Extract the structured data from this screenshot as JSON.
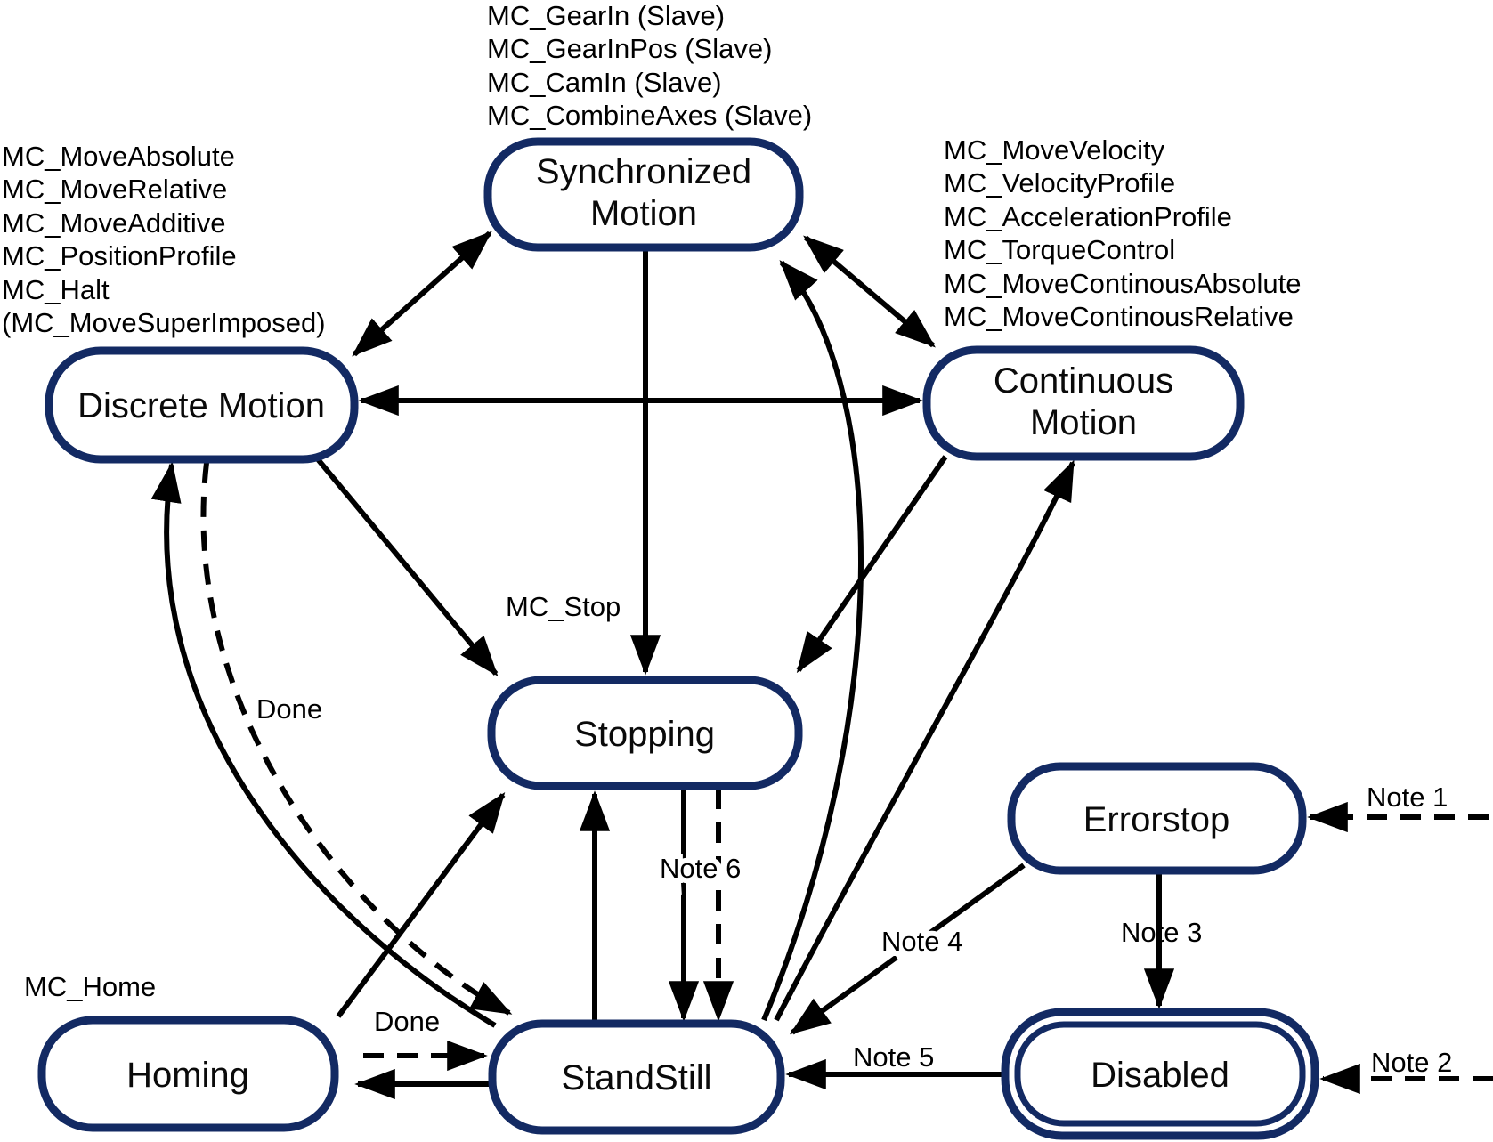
{
  "states": {
    "synchronized": {
      "line1": "Synchronized",
      "line2": "Motion"
    },
    "discrete": {
      "line1": "Discrete Motion"
    },
    "continuous": {
      "line1": "Continuous",
      "line2": "Motion"
    },
    "stopping": {
      "line1": "Stopping"
    },
    "errorstop": {
      "line1": "Errorstop"
    },
    "homing": {
      "line1": "Homing"
    },
    "standstill": {
      "line1": "StandStill"
    },
    "disabled": {
      "line1": "Disabled"
    }
  },
  "function_lists": {
    "synchronized_motion": [
      "MC_GearIn (Slave)",
      "MC_GearInPos (Slave)",
      "MC_CamIn (Slave)",
      "MC_CombineAxes (Slave)"
    ],
    "discrete_motion": [
      "MC_MoveAbsolute",
      "MC_MoveRelative",
      "MC_MoveAdditive",
      "MC_PositionProfile",
      "MC_Halt",
      "(MC_MoveSuperImposed)"
    ],
    "continuous_motion": [
      "MC_MoveVelocity",
      "MC_VelocityProfile",
      "MC_AccelerationProfile",
      "MC_TorqueControl",
      "MC_MoveContinousAbsolute",
      "MC_MoveContinousRelative"
    ]
  },
  "edge_labels": {
    "mc_stop": "MC_Stop",
    "mc_home": "MC_Home",
    "done_discrete": "Done",
    "done_homing": "Done",
    "note_1": "Note 1",
    "note_2": "Note 2",
    "note_3": "Note 3",
    "note_4": "Note 4",
    "note_5": "Note 5",
    "note_6": "Note 6"
  },
  "colors": {
    "node_border": "#132a63",
    "node_fill": "#ffffff",
    "arrow": "#000000",
    "text": "#000000"
  }
}
